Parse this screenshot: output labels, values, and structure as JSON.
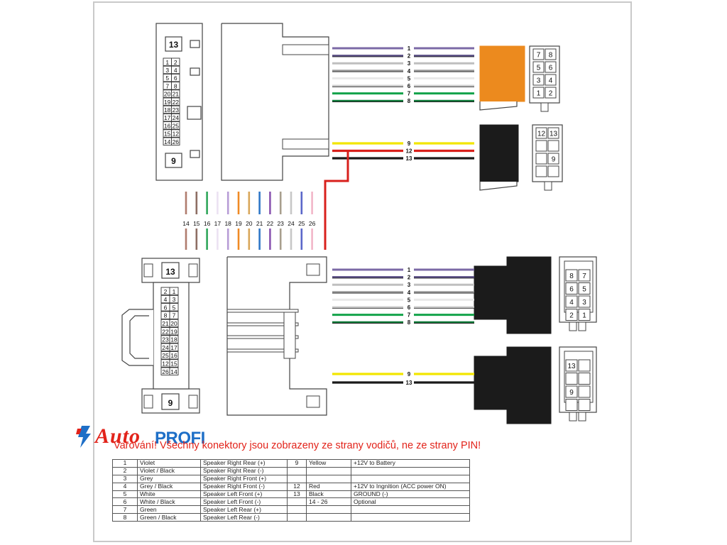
{
  "connector_pins": {
    "top_block": [
      [
        "1",
        "2"
      ],
      [
        "3",
        "4"
      ],
      [
        "5",
        "6"
      ],
      [
        "7",
        "8"
      ],
      [
        "20",
        "21"
      ],
      [
        "19",
        "22"
      ],
      [
        "18",
        "23"
      ],
      [
        "17",
        "24"
      ],
      [
        "16",
        "25"
      ],
      [
        "15",
        "12"
      ],
      [
        "14",
        "26"
      ]
    ],
    "bottom_block": [
      [
        "2",
        "1"
      ],
      [
        "4",
        "3"
      ],
      [
        "6",
        "5"
      ],
      [
        "8",
        "7"
      ],
      [
        "21",
        "20"
      ],
      [
        "22",
        "19"
      ],
      [
        "23",
        "18"
      ],
      [
        "24",
        "17"
      ],
      [
        "25",
        "16"
      ],
      [
        "12",
        "15"
      ],
      [
        "26",
        "14"
      ]
    ],
    "label_top": "13",
    "label_bottom": "9"
  },
  "iso_speaker_pins": [
    [
      "7",
      "8"
    ],
    [
      "5",
      "6"
    ],
    [
      "3",
      "4"
    ],
    [
      "1",
      "2"
    ]
  ],
  "iso_speaker_pins_bottom": [
    [
      "8",
      "7"
    ],
    [
      "6",
      "5"
    ],
    [
      "4",
      "3"
    ],
    [
      "2",
      "1"
    ]
  ],
  "iso_power_pins_top": {
    "r1": [
      "12",
      "13"
    ],
    "r3": [
      "",
      "9"
    ]
  },
  "iso_power_pins_bottom": {
    "r1": [
      "13",
      ""
    ],
    "r3": [
      "9",
      ""
    ]
  },
  "speaker_wires": [
    {
      "label": "1",
      "color": "#7b69a6",
      "stripe": ""
    },
    {
      "label": "2",
      "color": "#5b4f86",
      "stripe": "#222222"
    },
    {
      "label": "3",
      "color": "#bfbfbf",
      "stripe": ""
    },
    {
      "label": "4",
      "color": "#9a9a9a",
      "stripe": "#222222"
    },
    {
      "label": "5",
      "color": "#e8e8e8",
      "stripe": ""
    },
    {
      "label": "6",
      "color": "#cfcfcf",
      "stripe": "#222222"
    },
    {
      "label": "7",
      "color": "#13a34a",
      "stripe": ""
    },
    {
      "label": "8",
      "color": "#0f7a39",
      "stripe": "#222222"
    }
  ],
  "power_wires_top": [
    {
      "label": "9",
      "color": "#f2e600"
    },
    {
      "label": "12",
      "color": "#d8201c"
    },
    {
      "label": "13",
      "color": "#1a1a1a"
    }
  ],
  "power_wires_bottom": [
    {
      "label": "9",
      "color": "#f2e600"
    },
    {
      "label": "13",
      "color": "#1a1a1a"
    }
  ],
  "loose_wires": [
    {
      "label": "14",
      "color": "#b07d6e"
    },
    {
      "label": "15",
      "color": "#8d6e63"
    },
    {
      "label": "16",
      "color": "#2fa65a"
    },
    {
      "label": "17",
      "color": "#ece2f3"
    },
    {
      "label": "18",
      "color": "#b79cd6"
    },
    {
      "label": "19",
      "color": "#f08a24"
    },
    {
      "label": "20",
      "color": "#d9a75b"
    },
    {
      "label": "21",
      "color": "#2f77c7"
    },
    {
      "label": "22",
      "color": "#8a55b0"
    },
    {
      "label": "23",
      "color": "#a89f8e"
    },
    {
      "label": "24",
      "color": "#c7c7c7"
    },
    {
      "label": "25",
      "color": "#5b67c9"
    },
    {
      "label": "26",
      "color": "#f2b6c8"
    }
  ],
  "colors": {
    "orange_connector": "#ec8a1e",
    "black_connector": "#1b1b1b",
    "outline": "#444444",
    "red_link": "#d8201c"
  },
  "logo": {
    "auto": "Auto",
    "profi": "PROFI"
  },
  "warning": "Varování! Všechny konektory jsou zobrazeny ze strany vodičů, ne ze strany PIN!",
  "table": [
    [
      "1",
      "Violet",
      "Speaker Right Rear (+)",
      "9",
      "Yellow",
      "+12V to Battery"
    ],
    [
      "2",
      "Violet / Black",
      "Speaker Right Rear (-)",
      "",
      "",
      ""
    ],
    [
      "3",
      "Grey",
      "Speaker Right Front (+)",
      "",
      "",
      ""
    ],
    [
      "4",
      "Grey / Black",
      "Speaker Right Front (-)",
      "12",
      "Red",
      "+12V to Ingnition (ACC power ON)"
    ],
    [
      "5",
      "White",
      "Speaker Left Front (+)",
      "13",
      "Black",
      "GROUND (-)"
    ],
    [
      "6",
      "White / Black",
      "Speaker Left Front (-)",
      "",
      "14 - 26",
      "Optional"
    ],
    [
      "7",
      "Green",
      "Speaker Left Rear (+)",
      "",
      "",
      ""
    ],
    [
      "8",
      "Green / Black",
      "Speaker Left Rear (-)",
      "",
      "",
      ""
    ]
  ]
}
